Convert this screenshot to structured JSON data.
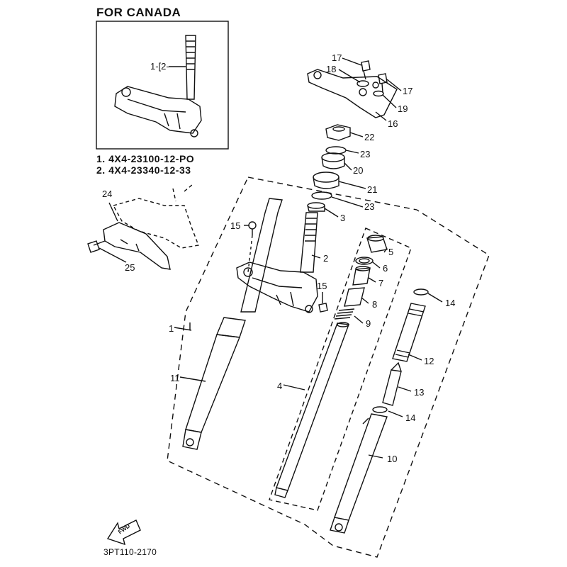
{
  "inset": {
    "title": "FOR CANADA",
    "ref_label": "1-[2-",
    "part_numbers": [
      "1. 4X4-23100-12-PO",
      "2. 4X4-23340-12-33"
    ]
  },
  "callouts": [
    "17",
    "18",
    "17",
    "19",
    "16",
    "22",
    "23",
    "20",
    "21",
    "23",
    "3",
    "15",
    "2",
    "5",
    "6",
    "7",
    "8",
    "9",
    "15",
    "14",
    "1",
    "12",
    "11",
    "4",
    "13",
    "14",
    "10",
    "24",
    "25"
  ],
  "forward_mark": "FWD",
  "diagram_code": "3PT110-2170"
}
